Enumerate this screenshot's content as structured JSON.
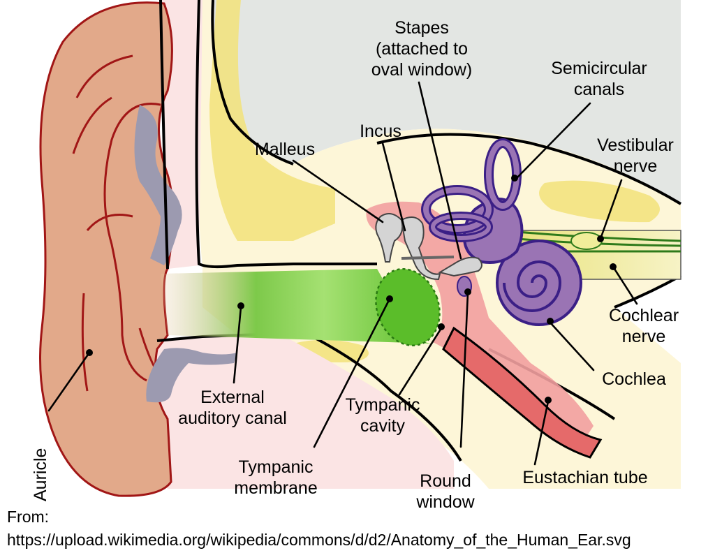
{
  "labels": {
    "stapes": [
      "Stapes",
      "(attached to",
      "oval window)"
    ],
    "semicircular": [
      "Semicircular",
      "canals"
    ],
    "incus": "Incus",
    "malleus": "Malleus",
    "vestibular": [
      "Vestibular",
      "nerve"
    ],
    "cochlear_nerve": [
      "Cochlear",
      "nerve"
    ],
    "cochlea": "Cochlea",
    "external_canal": [
      "External",
      "auditory canal"
    ],
    "tympanic_cavity": [
      "Tympanic",
      "cavity"
    ],
    "tympanic_membrane": [
      "Tympanic",
      "membrane"
    ],
    "round_window": [
      "Round",
      "window"
    ],
    "eustachian": "Eustachian tube",
    "auricle": "Auricle"
  },
  "source": {
    "prefix": "From:",
    "url": "https://upload.wikimedia.org/wikipedia/commons/d/d2/Anatomy_of_the_Human_Ear.svg"
  },
  "colors": {
    "skull": "#e3e6e3",
    "bone": "#fdf6d8",
    "bone_yellow": "#f2e27a",
    "skin": "#fbe4e4",
    "auricle": "#e2a98a",
    "canal_green": "#8ed65a",
    "cochlea": "#9a74b4",
    "cochlea_line": "#3b1f86",
    "ossicles": "#d4d4d4",
    "eustachian": "#e56a6a",
    "cartilage": "#9c9ab0",
    "outline_red": "#a11616"
  }
}
